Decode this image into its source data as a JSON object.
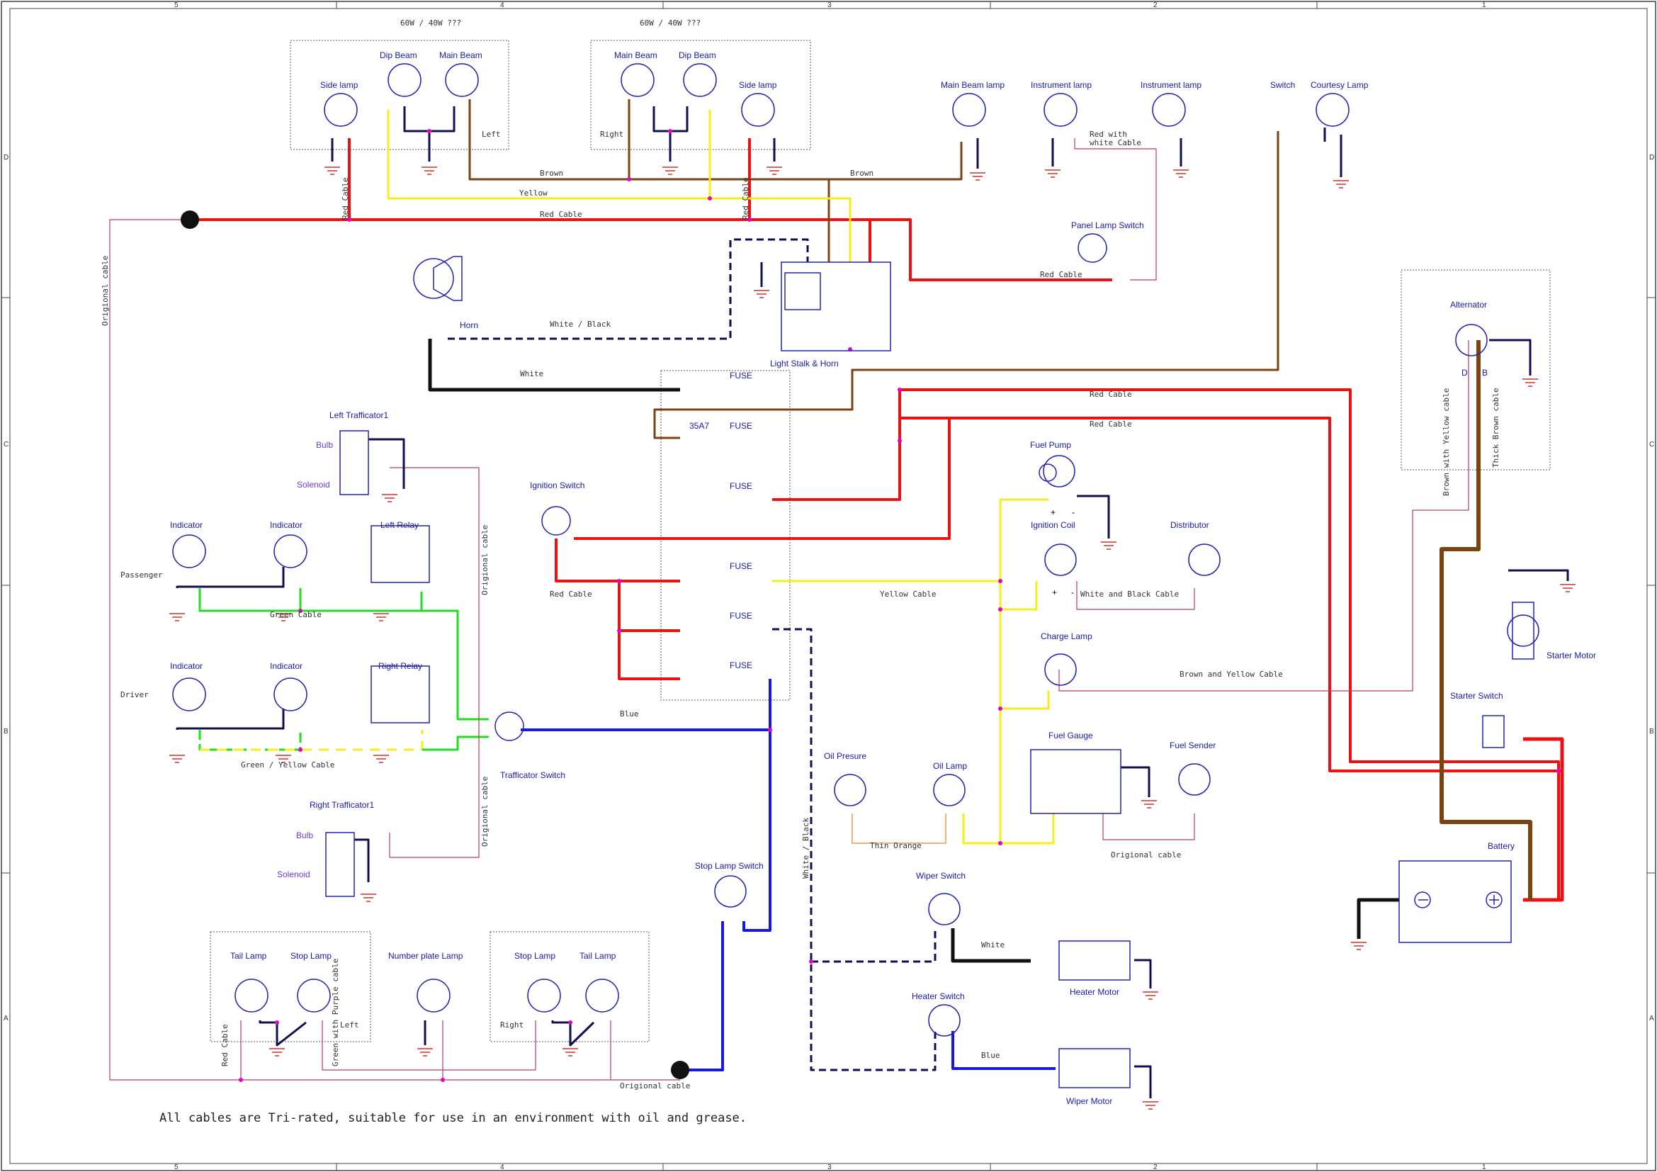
{
  "colors": {
    "red": "#ee1111",
    "brown": "#7a4412",
    "yellow": "#f4ee1c",
    "black": "#111111",
    "blue": "#1616e6",
    "green": "#22dd22",
    "thin_red": "#b0405c",
    "orange": "#ee9a55",
    "navy": "#101050",
    "component": "#2323b0",
    "junction": "#e800c8"
  },
  "border": {
    "cols": [
      "5",
      "4",
      "3",
      "2",
      "1"
    ],
    "rows": [
      "D",
      "C",
      "B",
      "A"
    ]
  },
  "header_notes": {
    "left": "60W / 40W ???",
    "right": "60W / 40W ???"
  },
  "components": {
    "side_lamp_left": "Side lamp",
    "dip_beam_left": "Dip Beam",
    "main_beam_left": "Main Beam",
    "left_tag": "Left",
    "main_beam_right": "Main Beam",
    "dip_beam_right": "Dip Beam",
    "side_lamp_right": "Side lamp",
    "right_tag": "Right",
    "main_beam_lamp": "Main Beam lamp",
    "instrument_lamp_1": "Instrument lamp",
    "instrument_lamp_2": "Instrument lamp",
    "switch": "Switch",
    "courtesy_lamp": "Courtesy Lamp",
    "panel_lamp_switch": "Panel Lamp Switch",
    "horn": "Horn",
    "light_stalk": "Light Stalk & Horn",
    "alternator": "Alternator",
    "fuse": "FUSE",
    "fuse_rating": "35A7",
    "left_trafficator": "Left Trafficator1",
    "right_trafficator": "Right Trafficator1",
    "bulb": "Bulb",
    "solenoid": "Solenoid",
    "ignition_switch": "Ignition Switch",
    "fuel_pump": "Fuel Pump",
    "ignition_coil": "Ignition Coil",
    "distributor": "Distributor",
    "indicator": "Indicator",
    "passenger": "Passenger",
    "driver": "Driver",
    "left_relay": "Left Relay",
    "right_relay": "Right Relay",
    "charge_lamp": "Charge Lamp",
    "starter_motor": "Starter Motor",
    "starter_switch": "Starter Switch",
    "trafficator_switch": "Trafficator Switch",
    "oil_presure": "Oil Presure",
    "oil_lamp": "Oil Lamp",
    "fuel_gauge": "Fuel Gauge",
    "fuel_sender": "Fuel Sender",
    "battery": "Battery",
    "stop_lamp_switch": "Stop Lamp Switch",
    "wiper_switch": "Wiper Switch",
    "heater_switch": "Heater Switch",
    "heater_motor": "Heater Motor",
    "wiper_motor": "Wiper Motor",
    "tail_lamp": "Tail Lamp",
    "stop_lamp": "Stop Lamp",
    "number_plate_lamp": "Number plate Lamp",
    "alt_d": "D",
    "alt_b": "B",
    "coil_plus": "+",
    "coil_minus": "-"
  },
  "cables": {
    "brown": "Brown",
    "yellow": "Yellow",
    "red": "Red Cable",
    "red_short": "Red Cable",
    "white_black": "White / Black",
    "white": "White",
    "origional": "Origional cable",
    "red_with_white": "Red with",
    "red_with_white_2": "white Cable",
    "green": "Green Cable",
    "green_yellow": "Green / Yellow Cable",
    "yellow_cable": "Yellow Cable",
    "white_and_black": "White and Black Cable",
    "brown_yellow": "Brown and Yellow Cable",
    "blue": "Blue",
    "thin_orange": "Thin Orange",
    "brown_yellow_cable": "Brown with Yellow cable",
    "thick_brown": "Thick Brown cable",
    "green_purple": "Green with Purple cable",
    "white_black_v": "White / Black"
  },
  "footnote": "All cables are Tri-rated, suitable for use in an environment with oil and grease."
}
